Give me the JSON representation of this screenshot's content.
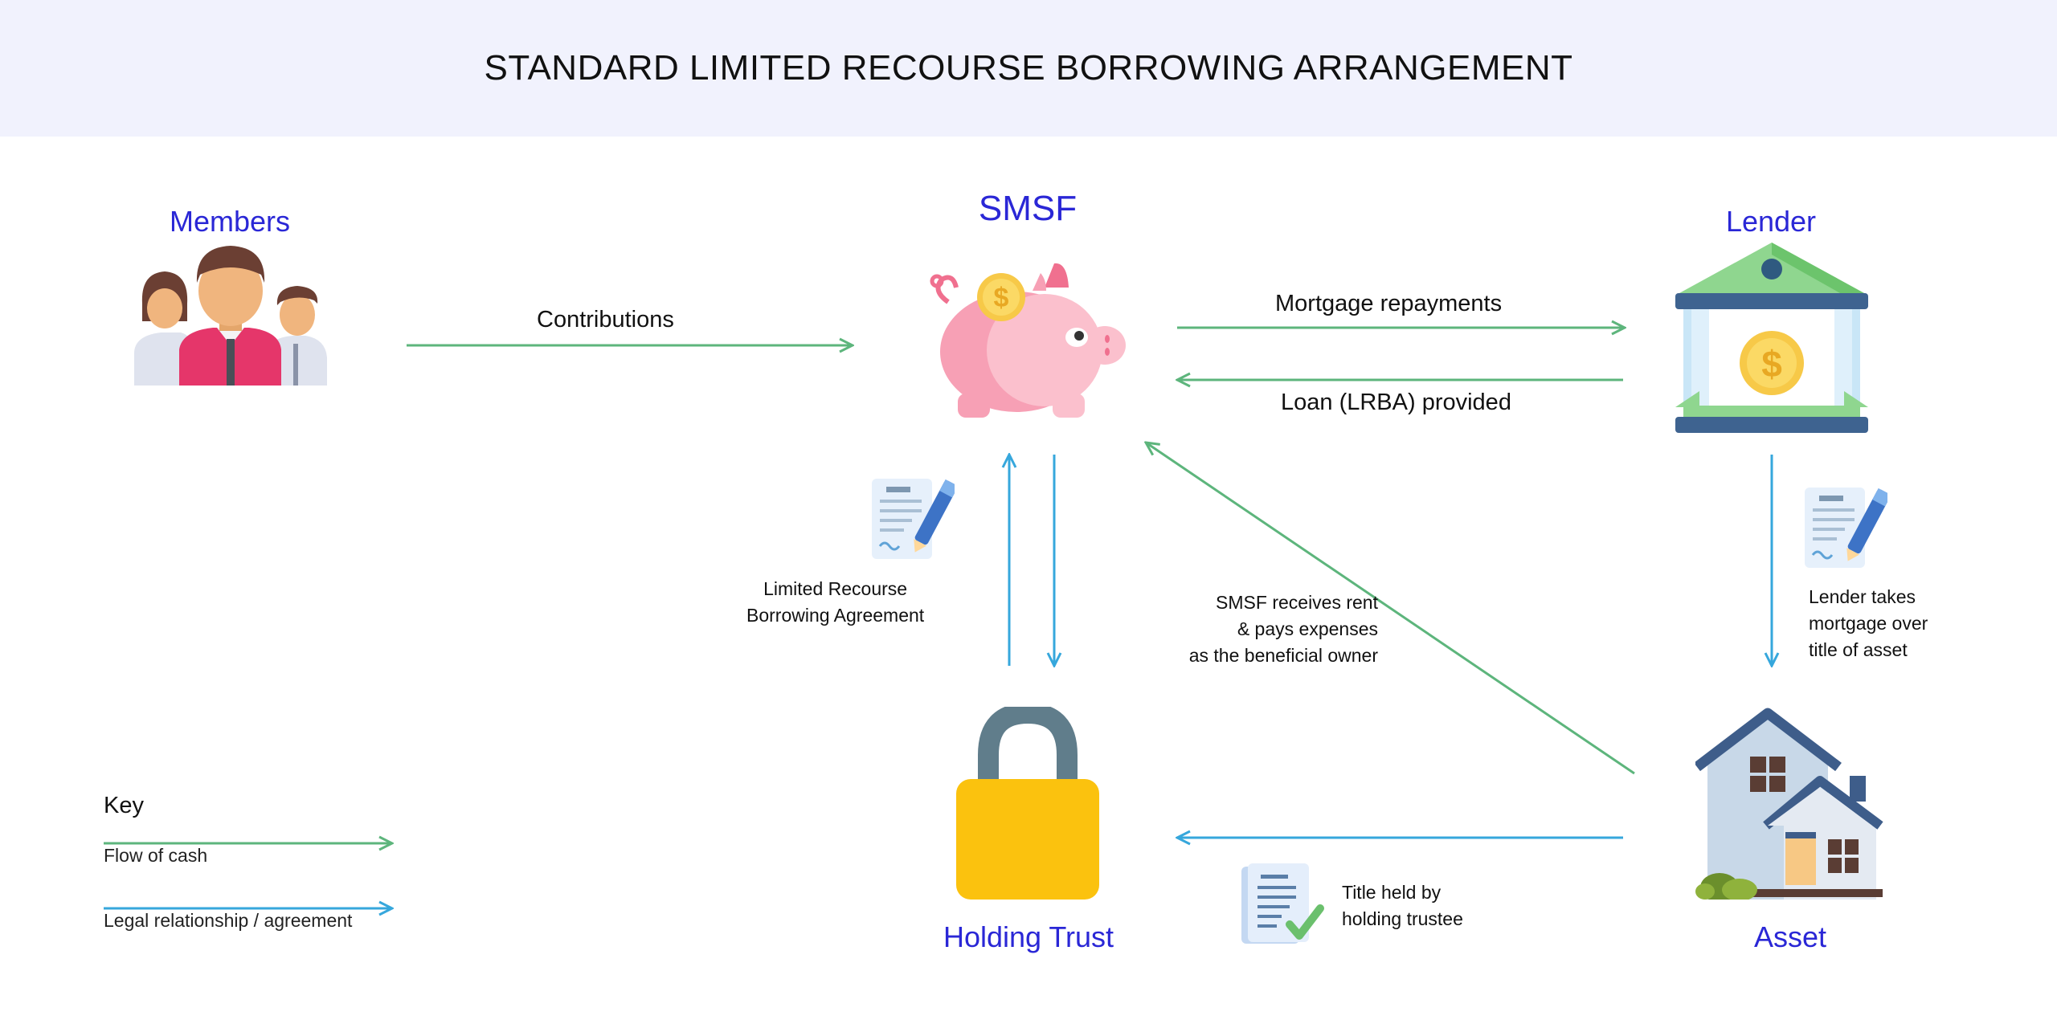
{
  "title": "STANDARD LIMITED RECOURSE BORROWING ARRANGEMENT",
  "entities": {
    "members": "Members",
    "smsf": "SMSF",
    "lender": "Lender",
    "holding_trust": "Holding Trust",
    "asset": "Asset"
  },
  "flows": {
    "contributions": "Contributions",
    "mortgage_repayments": "Mortgage repayments",
    "loan_provided": "Loan (LRBA) provided"
  },
  "notes": {
    "lrba_agreement": [
      "Limited Recourse",
      "Borrowing Agreement"
    ],
    "smsf_rent": [
      "SMSF receives rent",
      "& pays expenses",
      "as the beneficial owner"
    ],
    "lender_mortgage": [
      "Lender takes",
      "mortgage over",
      "title of asset"
    ],
    "title_held": [
      "Title held by",
      "holding trustee"
    ]
  },
  "key": {
    "title": "Key",
    "items": [
      {
        "label": "Flow of cash",
        "color": "#5db57c"
      },
      {
        "label": "Legal relationship / agreement",
        "color": "#36a7dc"
      }
    ]
  },
  "colors": {
    "header_bg": "#f1f2fd",
    "entity_label": "#2a27d6",
    "cash_arrow": "#5db57c",
    "legal_arrow": "#36a7dc"
  },
  "icons": {
    "members": "family-icon",
    "smsf": "piggy-bank-icon",
    "lender": "bank-icon",
    "holding_trust": "padlock-icon",
    "asset": "house-icon",
    "documents": "document-pen-icon",
    "title": "document-check-icon"
  }
}
